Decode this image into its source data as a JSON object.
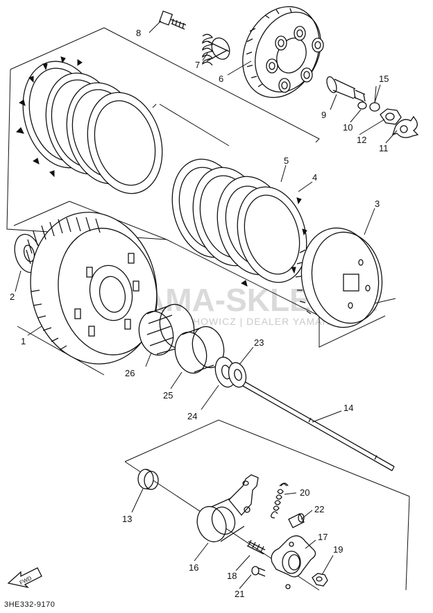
{
  "diagram": {
    "catalog_code": "3HE332-9170",
    "watermark": {
      "main": "AMA-SKLEP.PL",
      "sub": "HOWICZ | DEALER YAMAHA"
    },
    "fwd_label": "FWD",
    "part_labels": [
      "1",
      "2",
      "3",
      "4",
      "5",
      "6",
      "7",
      "8",
      "9",
      "10",
      "11",
      "12",
      "13",
      "14",
      "15",
      "16",
      "17",
      "18",
      "19",
      "20",
      "21",
      "22",
      "23",
      "24",
      "25",
      "26"
    ]
  }
}
